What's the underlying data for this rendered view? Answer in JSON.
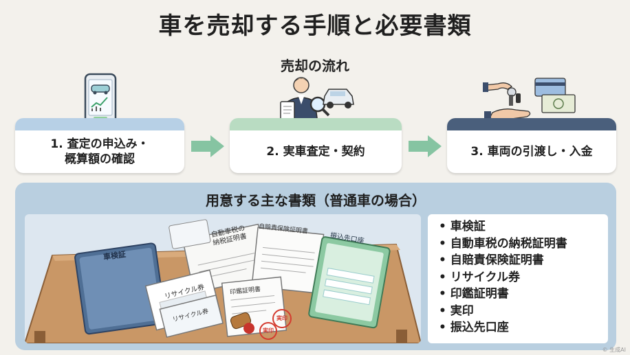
{
  "title": "車を売却する手順と必要書類",
  "flow_label": "売却の流れ",
  "steps": [
    {
      "label": "1. 査定の申込み・\n概算額の確認",
      "band_color": "#b7d0e6"
    },
    {
      "label": "2. 実車査定・契約",
      "band_color": "#b9dcc2"
    },
    {
      "label": "3. 車両の引渡し・入金",
      "band_color": "#4a5f7c"
    }
  ],
  "arrow_color": "#86c4a2",
  "docs": {
    "heading": "用意する主な書類（普通車の場合）",
    "items": [
      "車検証",
      "自動車税の納税証明書",
      "自賠責保険証明書",
      "リサイクル券",
      "印鑑証明書",
      "実印",
      "振込先口座"
    ],
    "scene_labels": {
      "shaken": "車検証",
      "tax": "自動車税の\n納税証明書",
      "jibai": "自賠責保険証明書",
      "recycle1": "リサイクル券",
      "recycle2": "リサイクル券",
      "inkan": "印鑑証明書",
      "bank": "振込先口座",
      "stamp1": "実印",
      "stamp2": "実印"
    }
  },
  "watermark": "© 生成AI"
}
